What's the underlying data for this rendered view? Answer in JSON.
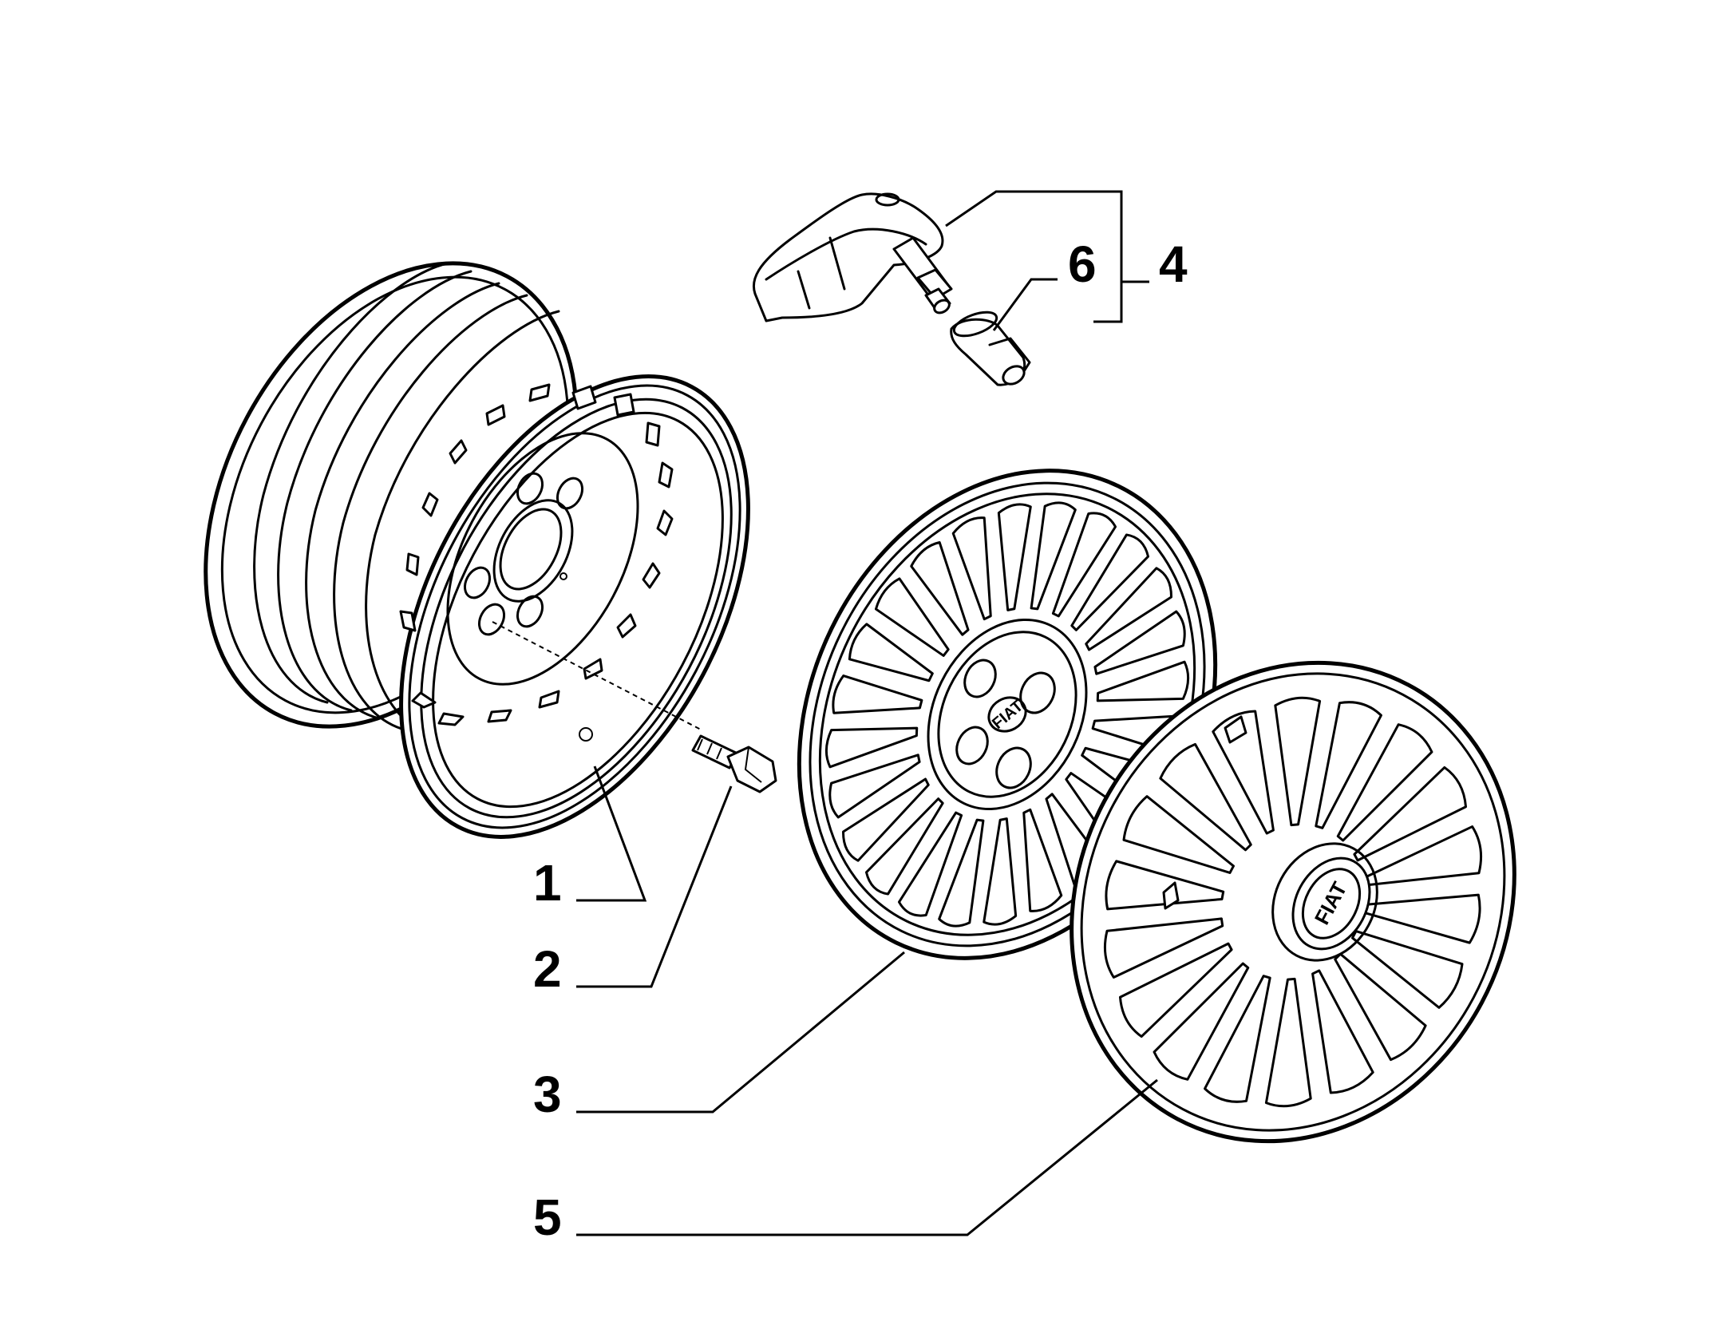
{
  "callouts": [
    {
      "id": "1",
      "label": "1"
    },
    {
      "id": "2",
      "label": "2"
    },
    {
      "id": "3",
      "label": "3"
    },
    {
      "id": "4",
      "label": "4"
    },
    {
      "id": "5",
      "label": "5"
    },
    {
      "id": "6",
      "label": "6"
    }
  ],
  "logo_text": "FIAT"
}
